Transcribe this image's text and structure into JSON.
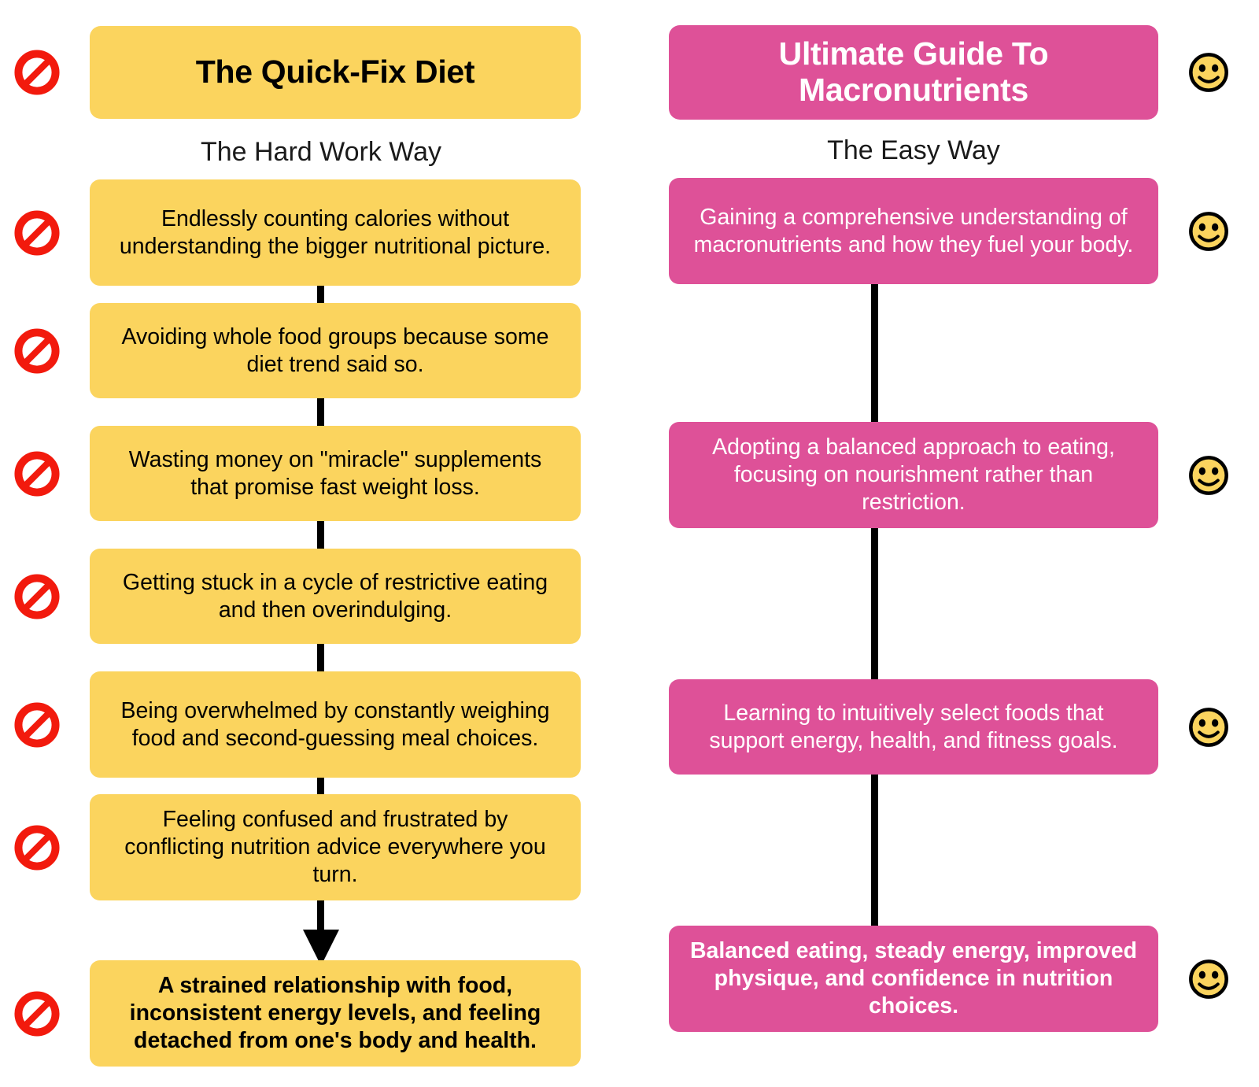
{
  "left": {
    "header": {
      "title": "The Quick-Fix Diet",
      "subtitle": "The Hard Work Way",
      "bg_color": "#FBD45E",
      "text_color": "#000000",
      "icon": "prohibition-icon"
    },
    "steps": [
      {
        "text": "Endlessly counting calories without understanding the bigger nutritional picture.",
        "icon": "prohibition-icon",
        "bold": false
      },
      {
        "text": "Avoiding whole food groups because some diet trend said so.",
        "icon": "prohibition-icon",
        "bold": false
      },
      {
        "text": "Wasting money on \"miracle\" supplements that promise fast weight loss.",
        "icon": "prohibition-icon",
        "bold": false
      },
      {
        "text": "Getting stuck in a cycle of restrictive eating and then overindulging.",
        "icon": "prohibition-icon",
        "bold": false
      },
      {
        "text": "Being overwhelmed by constantly weighing food and second-guessing meal choices.",
        "icon": "prohibition-icon",
        "bold": false
      },
      {
        "text": "Feeling confused and frustrated by conflicting nutrition advice everywhere you turn.",
        "icon": "prohibition-icon",
        "bold": false
      },
      {
        "text": "A strained relationship with food, inconsistent energy levels, and feeling detached from one's body and health.",
        "icon": "prohibition-icon",
        "bold": true
      }
    ]
  },
  "right": {
    "header": {
      "title": "Ultimate Guide To Macronutrients",
      "subtitle": "The Easy Way",
      "bg_color": "#DE5198",
      "text_color": "#FFFFFF",
      "icon": "smiley-face-icon"
    },
    "steps": [
      {
        "text": "Gaining a comprehensive understanding of macronutrients and how they fuel your body.",
        "icon": "smiley-face-icon",
        "bold": false
      },
      {
        "text": "Adopting a balanced approach to eating, focusing on nourishment rather than restriction.",
        "icon": "smiley-face-icon",
        "bold": false
      },
      {
        "text": "Learning to intuitively select foods that support energy, health, and fitness goals.",
        "icon": "smiley-face-icon",
        "bold": false
      },
      {
        "text": "Balanced eating, steady energy, improved physique, and confidence in nutrition choices.",
        "icon": "smiley-face-icon",
        "bold": true
      }
    ]
  },
  "colors": {
    "yellow": "#FBD45E",
    "pink": "#DE5198",
    "connector": "#000000",
    "prohibition_red": "#F21A0D",
    "smiley_yellow": "#FBD45E",
    "background": "#FFFFFF"
  }
}
